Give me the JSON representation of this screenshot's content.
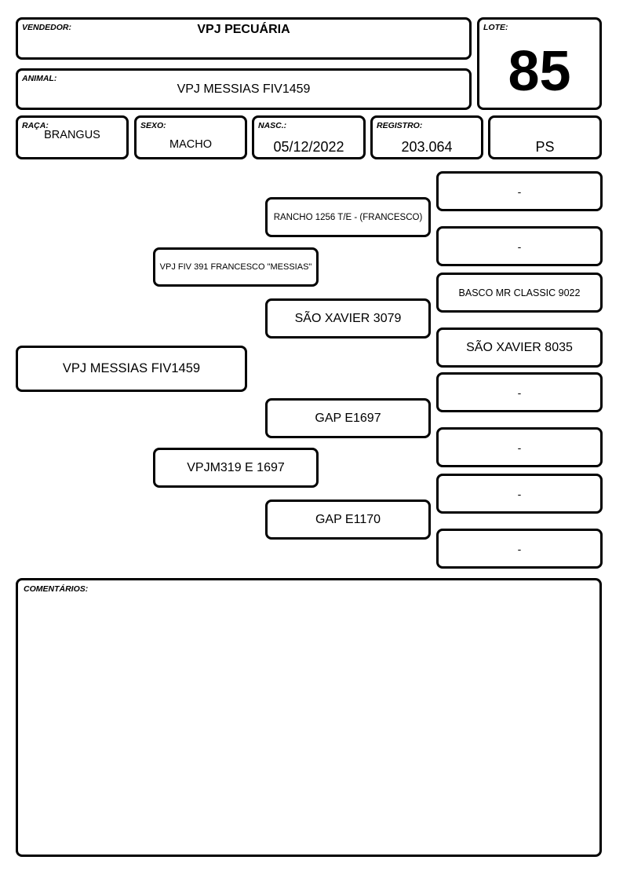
{
  "header": {
    "vendedor_label": "VENDEDOR:",
    "vendedor_value": "VPJ PECUÁRIA",
    "lote_label": "LOTE:",
    "lote_value": "85",
    "animal_label": "ANIMAL:",
    "animal_value": "VPJ MESSIAS FIV1459"
  },
  "info": {
    "raca_label": "RAÇA:",
    "raca_value": "BRANGUS",
    "sexo_label": "SEXO:",
    "sexo_value": "MACHO",
    "nasc_label": "NASC.:",
    "nasc_value": "05/12/2022",
    "registro_label": "REGISTRO:",
    "registro_value": "203.064",
    "tipo_value": "PS"
  },
  "pedigree": {
    "animal": "VPJ MESSIAS FIV1459",
    "sire": "VPJ FIV 391 FRANCESCO \"MESSIAS\"",
    "dam": "VPJM319 E 1697",
    "sire_sire": "RANCHO 1256 T/E  - (FRANCESCO)",
    "sire_dam": "SÃO XAVIER 3079",
    "dam_sire": "GAP E1697",
    "dam_dam": "GAP E1170",
    "ggp": [
      "-",
      "-",
      "BASCO MR CLASSIC 9022",
      "SÃO XAVIER 8035",
      "-",
      "-",
      "-",
      "-"
    ]
  },
  "comments": {
    "label": "COMENTÁRIOS:",
    "text": ""
  }
}
